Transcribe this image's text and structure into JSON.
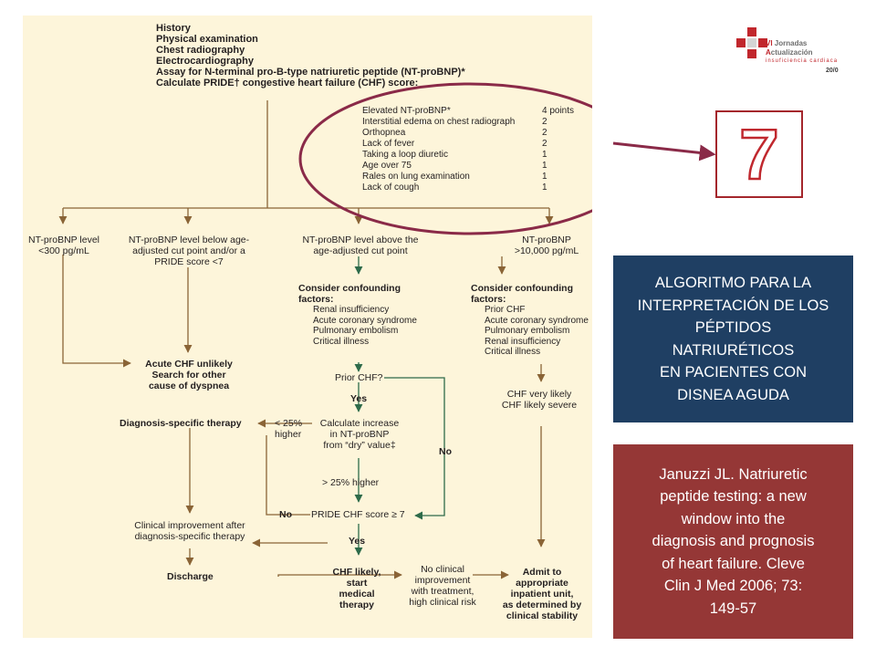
{
  "flowchart": {
    "header": [
      "History",
      "Physical examination",
      "Chest radiography",
      "Electrocardiography",
      "Assay for N-terminal pro-B-type natriuretic peptide (NT-proBNP)*",
      "Calculate PRIDE† congestive heart failure (CHF) score:"
    ],
    "pride_items": [
      {
        "label": "Elevated NT-proBNP*",
        "points": "4 points"
      },
      {
        "label": "Interstitial edema on chest radiograph",
        "points": "2"
      },
      {
        "label": "Orthopnea",
        "points": "2"
      },
      {
        "label": "Lack of fever",
        "points": "2"
      },
      {
        "label": "Taking a loop diuretic",
        "points": "1"
      },
      {
        "label": "Age over 75",
        "points": "1"
      },
      {
        "label": "Rales on lung examination",
        "points": "1"
      },
      {
        "label": "Lack of cough",
        "points": "1"
      }
    ],
    "branch1": "NT-proBNP level\n<300 pg/mL",
    "branch2": "NT-proBNP level below age-\nadjusted cut point and/or a\nPRIDE score <7",
    "branch3": "NT-proBNP level above the\nage-adjusted cut point",
    "branch4": "NT-proBNP\n>10,000 pg/mL",
    "confounding_title": "Consider confounding\nfactors:",
    "confounding_mid": "Renal insufficiency\nAcute coronary syndrome\nPulmonary embolism\nCritical illness",
    "confounding_right": "Prior CHF\nAcute coronary syndrome\nPulmonary embolism\nRenal insufficiency\nCritical illness",
    "acute_unlikely": "Acute CHF unlikely\nSearch for other\ncause of dyspnea",
    "prior_chf": "Prior CHF?",
    "yes1": "Yes",
    "yes2": "Yes",
    "no_right": "No",
    "no_left": "No",
    "calc_increase": "Calculate increase\nin NT-proBNP\nfrom “dry” value‡",
    "lt25": "< 25%\nhigher",
    "gt25": "> 25% higher",
    "diag_therapy": "Diagnosis-specific therapy",
    "pride_score": "PRIDE CHF score ≥ 7",
    "clinical_improvement": "Clinical improvement after\ndiagnosis-specific therapy",
    "discharge": "Discharge",
    "chf_likely": "CHF likely,\nstart\nmedical\ntherapy",
    "no_improvement": "No clinical\nimprovement\nwith treatment,\nhigh clinical risk",
    "admit": "Admit to\nappropriate\ninpatient unit,\nas determined by\nclinical stability",
    "chf_very_likely": "CHF very likely\nCHF likely severe"
  },
  "logo": {
    "line1_prefix": "VI ",
    "line1_rest": "Jornadas",
    "line2_prefix": "A",
    "line2_rest": "ctualización",
    "line3": "insuficiencia cardiaca",
    "year": "20/0"
  },
  "slide_number": "7",
  "title_panel": "ALGORITMO PARA LA\nINTERPRETACIÓN DE LOS\nPÉPTIDOS\nNATRIURÉTICOS\nEN PACIENTES CON\nDISNEA AGUDA",
  "citation_panel": "Januzzi JL. Natriuretic\npeptide testing: a new\nwindow into the\ndiagnosis and prognosis\nof heart failure. Cleve\nClin J Med 2006; 73:\n149-57",
  "colors": {
    "flow_background": "#fdf5da",
    "arrow_brown": "#8a6436",
    "arrow_green": "#2e6b4a",
    "highlight_ring": "#8a2a48",
    "title_panel": "#1f3f63",
    "citation_panel": "#953736"
  }
}
